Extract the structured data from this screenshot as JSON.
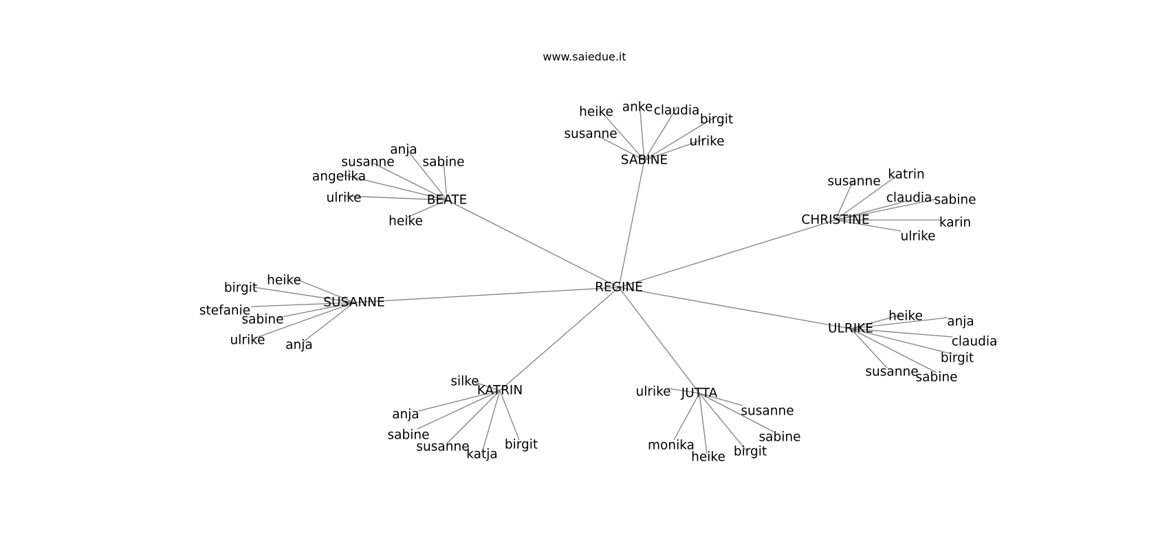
{
  "header": {
    "site": "www.saiedue.it"
  },
  "graph": {
    "center": {
      "name": "REGINE"
    },
    "clusters": [
      {
        "name": "SABINE",
        "leaves": [
          "heike",
          "anke",
          "claudia",
          "birgit",
          "susanne",
          "ulrike"
        ]
      },
      {
        "name": "BEATE",
        "leaves": [
          "anja",
          "susanne",
          "sabine",
          "angelika",
          "ulrike",
          "heike"
        ]
      },
      {
        "name": "CHRISTINE",
        "leaves": [
          "susanne",
          "katrin",
          "claudia",
          "sabine",
          "karin",
          "ulrike"
        ]
      },
      {
        "name": "SUSANNE",
        "leaves": [
          "heike",
          "birgit",
          "stefanie",
          "sabine",
          "ulrike",
          "anja"
        ]
      },
      {
        "name": "ULRIKE",
        "leaves": [
          "heike",
          "anja",
          "claudia",
          "birgit",
          "susanne",
          "sabine"
        ]
      },
      {
        "name": "KATRIN",
        "leaves": [
          "silke",
          "anja",
          "sabine",
          "susanne",
          "katja",
          "birgit"
        ]
      },
      {
        "name": "JUTTA",
        "leaves": [
          "ulrike",
          "susanne",
          "sabine",
          "monika",
          "heike",
          "birgit"
        ]
      }
    ]
  }
}
